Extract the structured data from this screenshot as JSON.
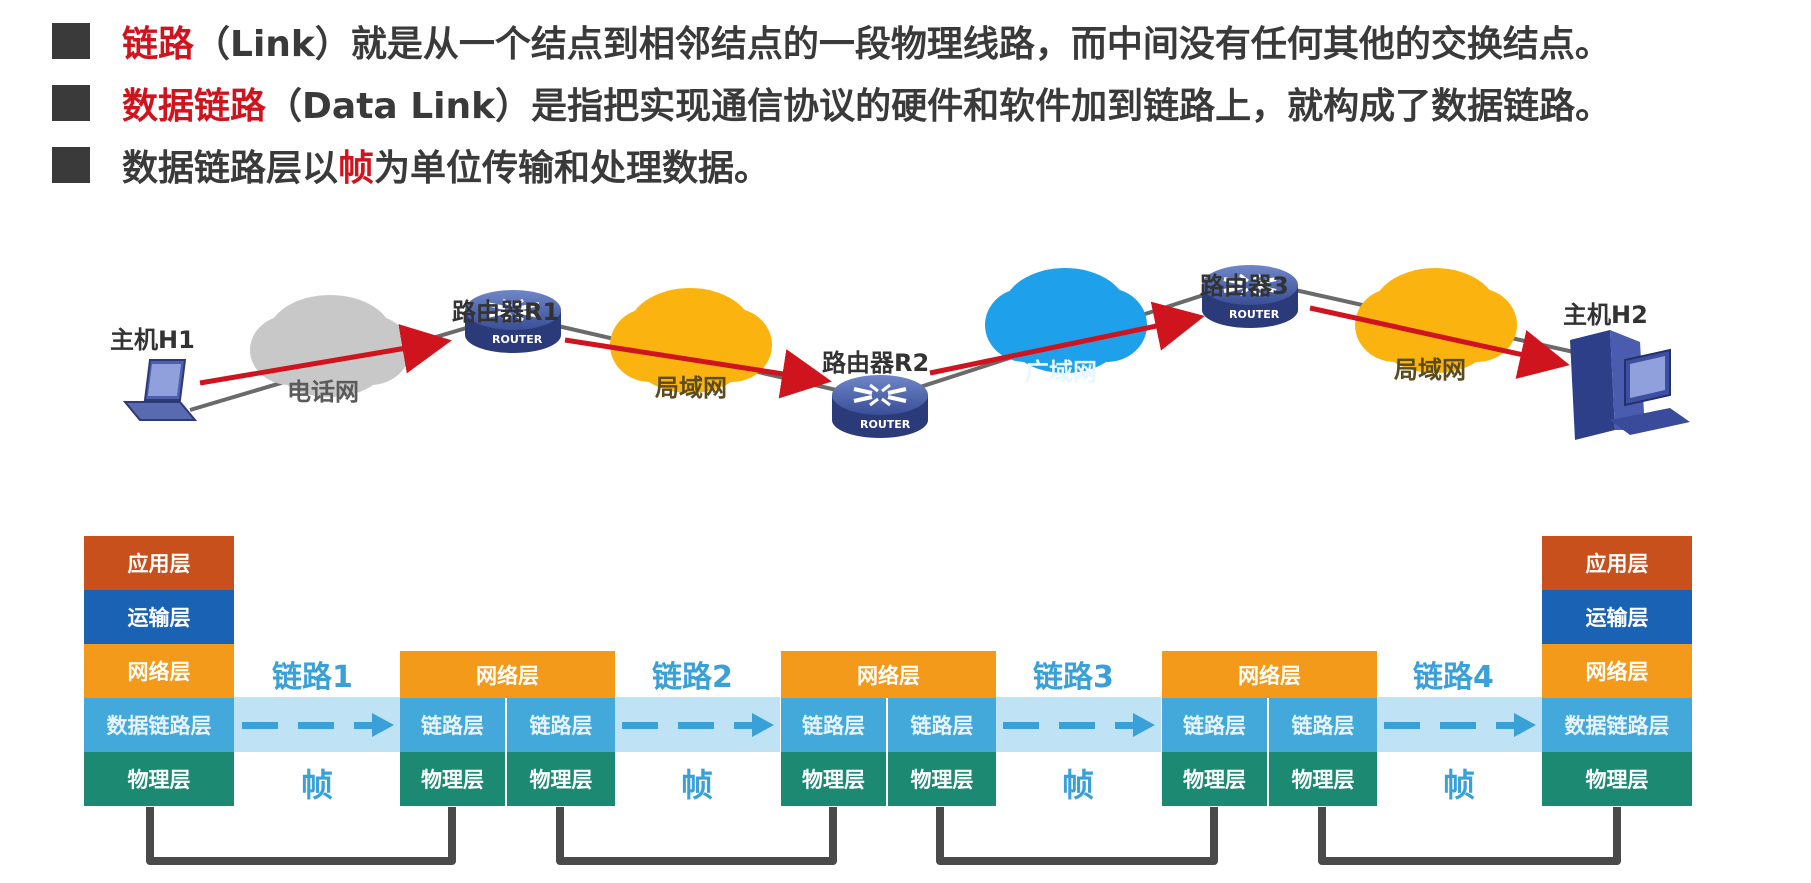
{
  "bullets": [
    {
      "highlight": "链路",
      "rest": "（Link）就是从一个结点到相邻结点的一段物理线路，而中间没有任何其他的交换结点。"
    },
    {
      "highlight": "数据链路",
      "rest": "（Data Link）是指把实现通信协议的硬件和软件加到链路上，就构成了数据链路。"
    },
    {
      "before": "数据链路层以",
      "highlight": "帧",
      "after": "为单位传输和处理数据。"
    }
  ],
  "network": {
    "host1": "主机H1",
    "host2": "主机H2",
    "router1": "路由器R1",
    "router2": "路由器R2",
    "router3": "路由器3",
    "router_text": "ROUTER",
    "cloud_phone": "电话网",
    "cloud_lan1": "局域网",
    "cloud_wan": "广域网",
    "cloud_lan2": "局域网"
  },
  "stack": {
    "app": "应用层",
    "transport": "运输层",
    "network": "网络层",
    "datalink": "数据链路层",
    "link_short": "链路层",
    "physical": "物理层"
  },
  "links": [
    "链路1",
    "链路2",
    "链路3",
    "链路4"
  ],
  "frame": "帧",
  "colors": {
    "accent_red": "#d0141e",
    "application": "#c8501c",
    "transport": "#1a63b4",
    "network": "#f39a1a",
    "datalink": "#43a9da",
    "physical": "#1c8a73",
    "link_text": "#3aa0d8",
    "cloud_phone": "#c8c8c8",
    "cloud_lan": "#fbb40f",
    "cloud_wan": "#1ea0ea"
  }
}
